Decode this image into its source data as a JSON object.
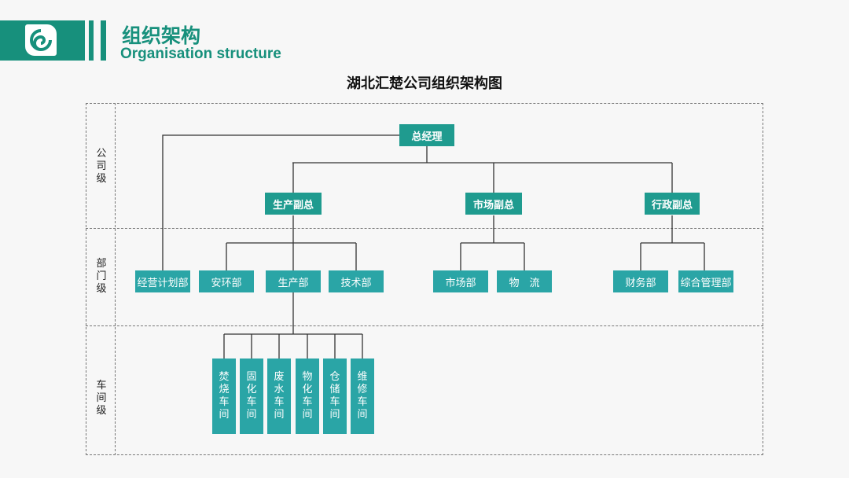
{
  "header": {
    "title_cn": "组织架构",
    "title_en": "Organisation structure",
    "icon": "swirl-logo-icon"
  },
  "chart": {
    "title": "湖北汇楚公司组织架构图",
    "levels": [
      "公司级",
      "部门级",
      "车间级"
    ],
    "ceo": "总经理",
    "vps": [
      "生产副总",
      "市场副总",
      "行政副总"
    ],
    "departments": {
      "planning": "经营计划部",
      "safety": "安环部",
      "production": "生产部",
      "tech": "技术部",
      "market": "市场部",
      "logistics": "物　流",
      "finance": "财务部",
      "admin": "综合管理部"
    },
    "workshops": [
      "焚烧车间",
      "固化车间",
      "废水车间",
      "物化车间",
      "仓储车间",
      "维修车间"
    ]
  },
  "colors": {
    "header": "#17907c",
    "box": "#2aa5a6"
  }
}
